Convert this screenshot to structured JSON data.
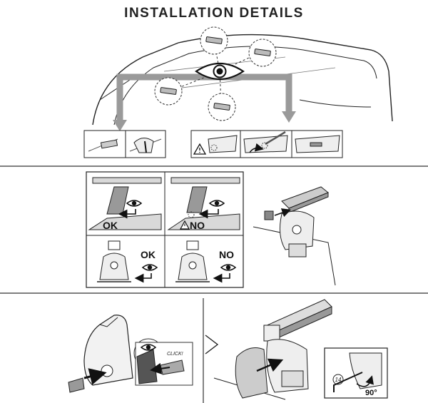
{
  "title": "INSTALLATION DETAILS",
  "labels": {
    "ok_top": "OK",
    "no_top": "NO",
    "ok_bottom": "OK",
    "no_bottom": "NO",
    "click": "CLICK!",
    "step_number": "14",
    "angle": "90°"
  },
  "icons": {
    "eye": "eye-icon",
    "warning": "warning-triangle-icon",
    "arrow": "pointer-arrow-icon"
  },
  "colors": {
    "ink": "#222222",
    "arrow_gray": "#9a9a9a",
    "panel_gray": "#d9d9d9",
    "pad_dark": "#555555"
  }
}
